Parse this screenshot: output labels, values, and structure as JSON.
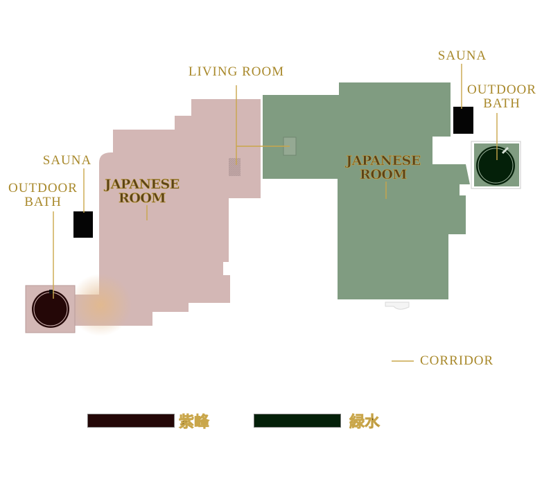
{
  "colors": {
    "purple_wing": "#d3b7b5",
    "green_wing": "#809c81",
    "purple_legend": "#240707",
    "green_legend": "#042009",
    "label_gold": "#a8882a",
    "leader_gold": "#c9a64a",
    "sauna_black": "#050505"
  },
  "labels": {
    "living_room": "LIVING ROOM",
    "sauna_left": "SAUNA",
    "sauna_right": "SAUNA",
    "outdoor_bath_left": "OUTDOOR\nBATH",
    "outdoor_bath_right": "OUTDOOR\nBATH",
    "japanese_room_left": "JAPANESE\nROOM",
    "japanese_room_right": "JAPANESE\nROOM",
    "corridor": "CORRIDOR"
  },
  "legend": {
    "purple_name": "紫峰",
    "green_name": "緑水"
  }
}
